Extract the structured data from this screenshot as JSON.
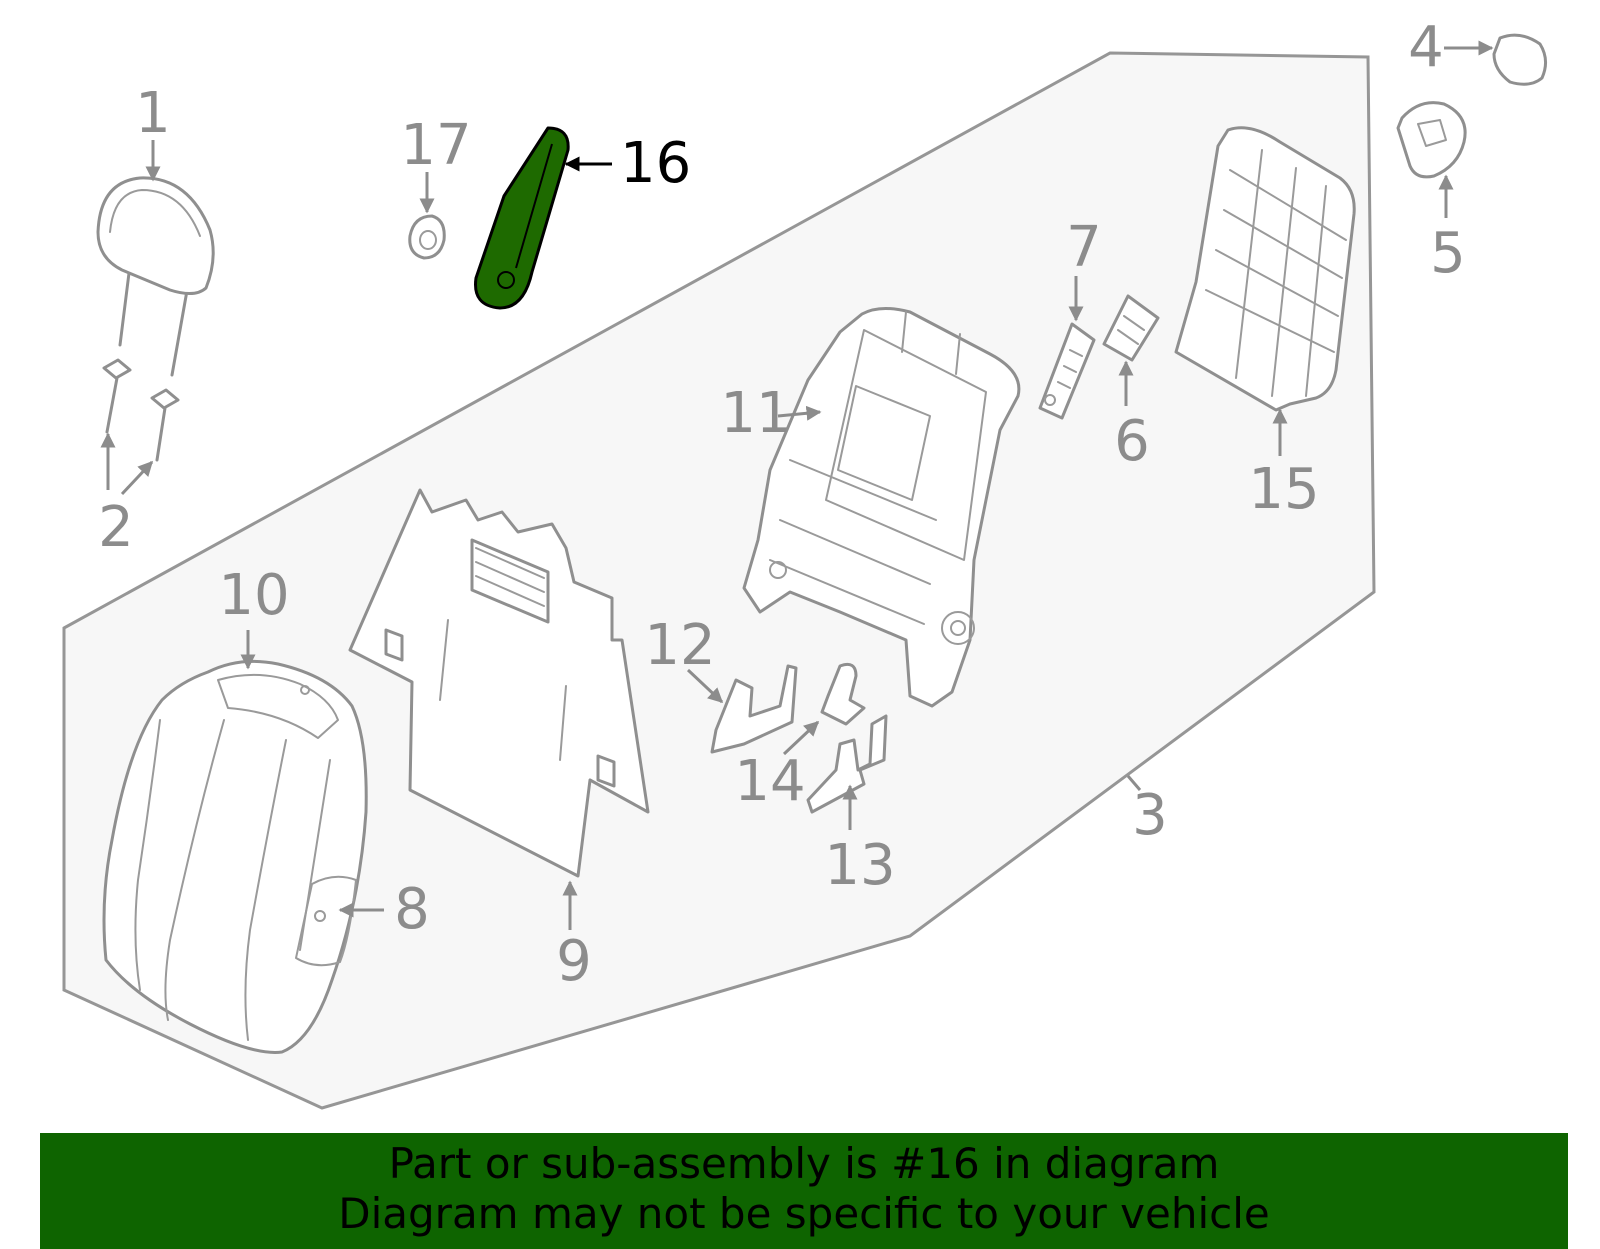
{
  "callouts": {
    "c1": "1",
    "c2": "2",
    "c3": "3",
    "c4": "4",
    "c5": "5",
    "c6": "6",
    "c7": "7",
    "c8": "8",
    "c9": "9",
    "c10": "10",
    "c11": "11",
    "c12": "12",
    "c13": "13",
    "c14": "14",
    "c15": "15",
    "c16": "16",
    "c17": "17"
  },
  "highlight": {
    "part": "16",
    "color": "#1e6a00"
  },
  "banner": {
    "line1": "Part or sub-assembly is #16 in diagram",
    "line2": "Diagram may not be specific to your vehicle",
    "background": "#0e6400"
  }
}
